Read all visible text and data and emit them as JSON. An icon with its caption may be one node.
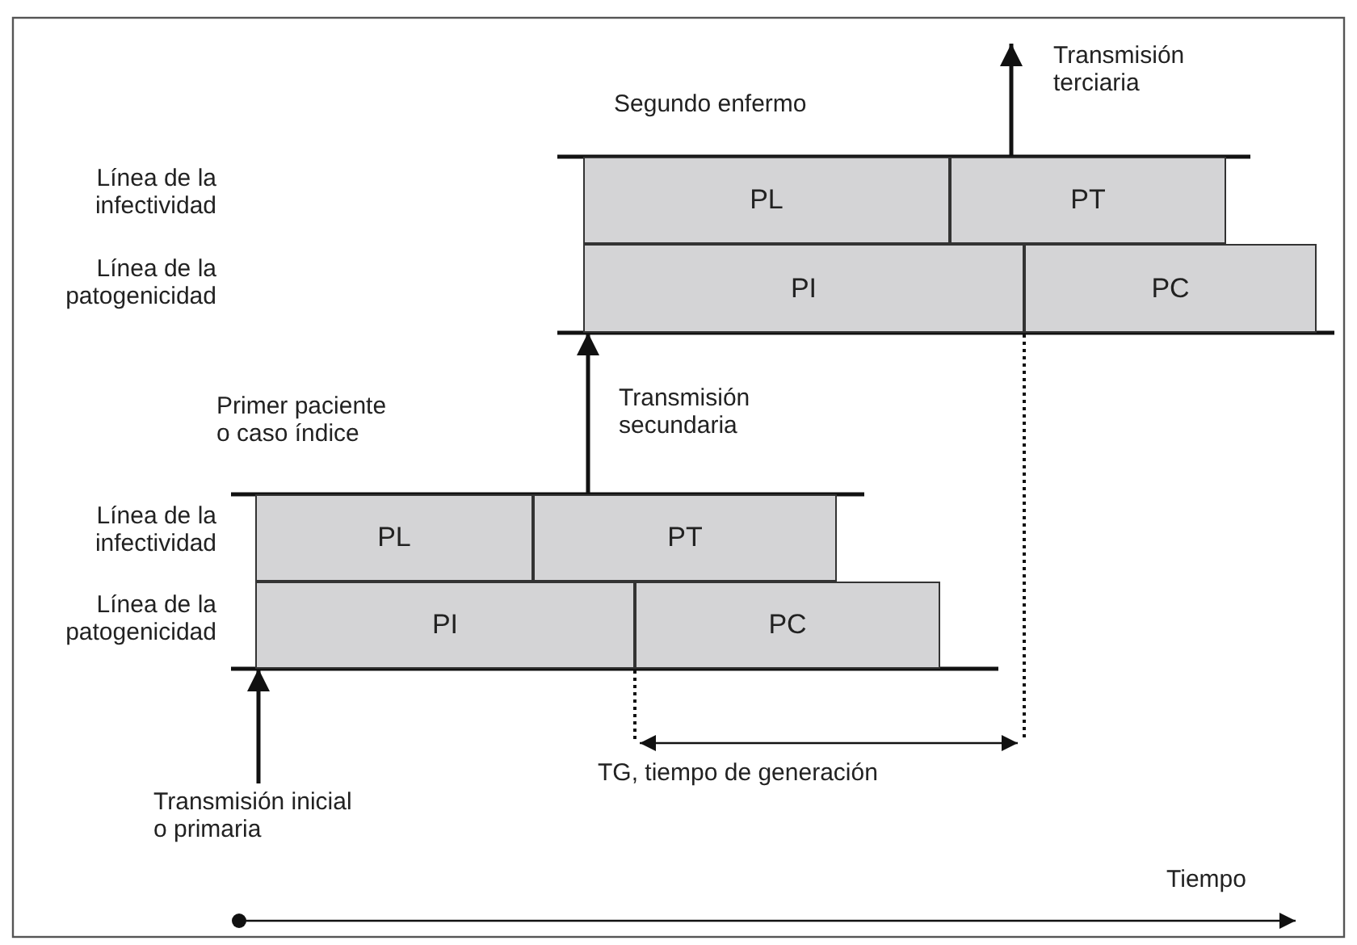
{
  "diagram": {
    "nodes": [
      {
        "text": [
          "PL"
        ]
      },
      {
        "text": [
          "PT"
        ]
      },
      {
        "text": [
          "PI"
        ]
      },
      {
        "text": [
          "PC"
        ]
      },
      {
        "text": [
          "PL"
        ]
      },
      {
        "text": [
          "PT"
        ]
      },
      {
        "text": [
          "PI"
        ]
      },
      {
        "text": [
          "PC"
        ]
      }
    ],
    "edges": [
      {
        "from": 1,
        "to": null,
        "arrow": "to",
        "label": "Transmisión terciaria"
      },
      {
        "from": 5,
        "to": 2,
        "arrow": "to",
        "label": "Transmisión secundaria"
      },
      {
        "from": null,
        "to": 6,
        "arrow": "to",
        "label": "Transmisión inicial o primaria"
      }
    ],
    "labels": [
      "Segundo enfermo",
      "Línea de la infectividad",
      "Línea de la patogenicidad",
      "Primer paciente o caso índice",
      "Línea de la infectividad",
      "Línea de la patogenicidad",
      "TG, tiempo de generación",
      "Tiempo"
    ]
  }
}
